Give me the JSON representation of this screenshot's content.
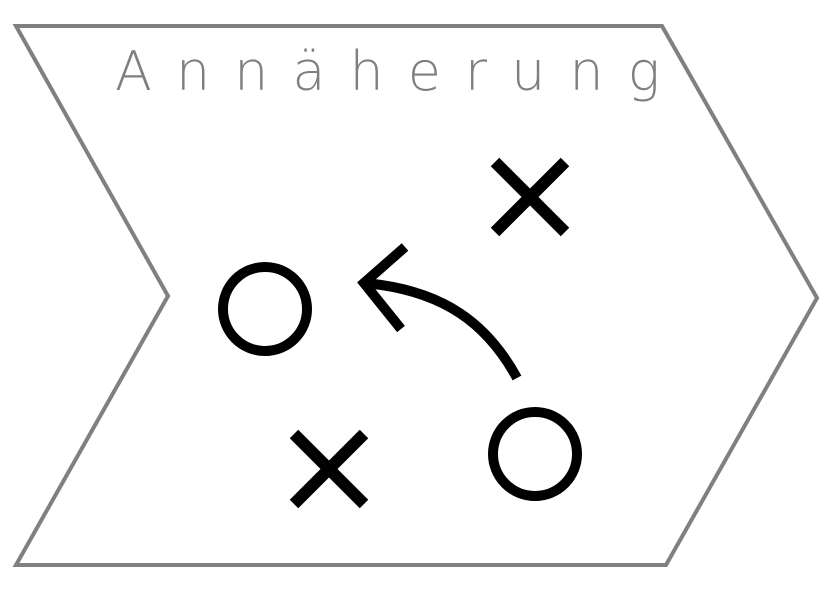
{
  "title": "Annäherung",
  "colors": {
    "outline": "#808080",
    "title": "#7f7f7f",
    "symbols": "#000000",
    "background": "#ffffff"
  },
  "symbols": [
    "x-mark",
    "circle",
    "arrow",
    "circle",
    "x-mark"
  ]
}
